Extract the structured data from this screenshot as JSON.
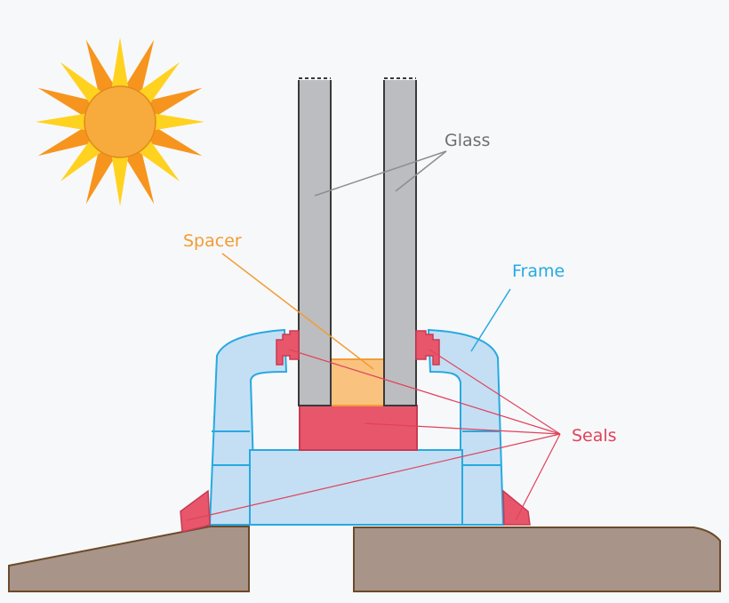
{
  "labels": {
    "glass": "Glass",
    "spacer": "Spacer",
    "frame": "Frame",
    "seals": "Seals"
  },
  "colors": {
    "background": "#f7f8fa",
    "glass_fill": "#bcbdc0",
    "glass_stroke": "#3a3a3a",
    "glass_label": "#6f6f6f",
    "spacer_fill": "#f9c27f",
    "spacer_label": "#f39c33",
    "frame_fill": "#c4dff4",
    "frame_stroke": "#27a9e1",
    "seal_fill": "#e8566b",
    "seal_stroke": "#c93a52",
    "seal_label": "#e0425a",
    "wall_fill": "#a89488",
    "wall_stroke": "#6b4a2a",
    "sun_core": "#f7ab3c",
    "sun_ray_outer": "#f7941d",
    "sun_ray_inner": "#ffd21f"
  },
  "icons": {
    "sun": "sun-icon"
  }
}
